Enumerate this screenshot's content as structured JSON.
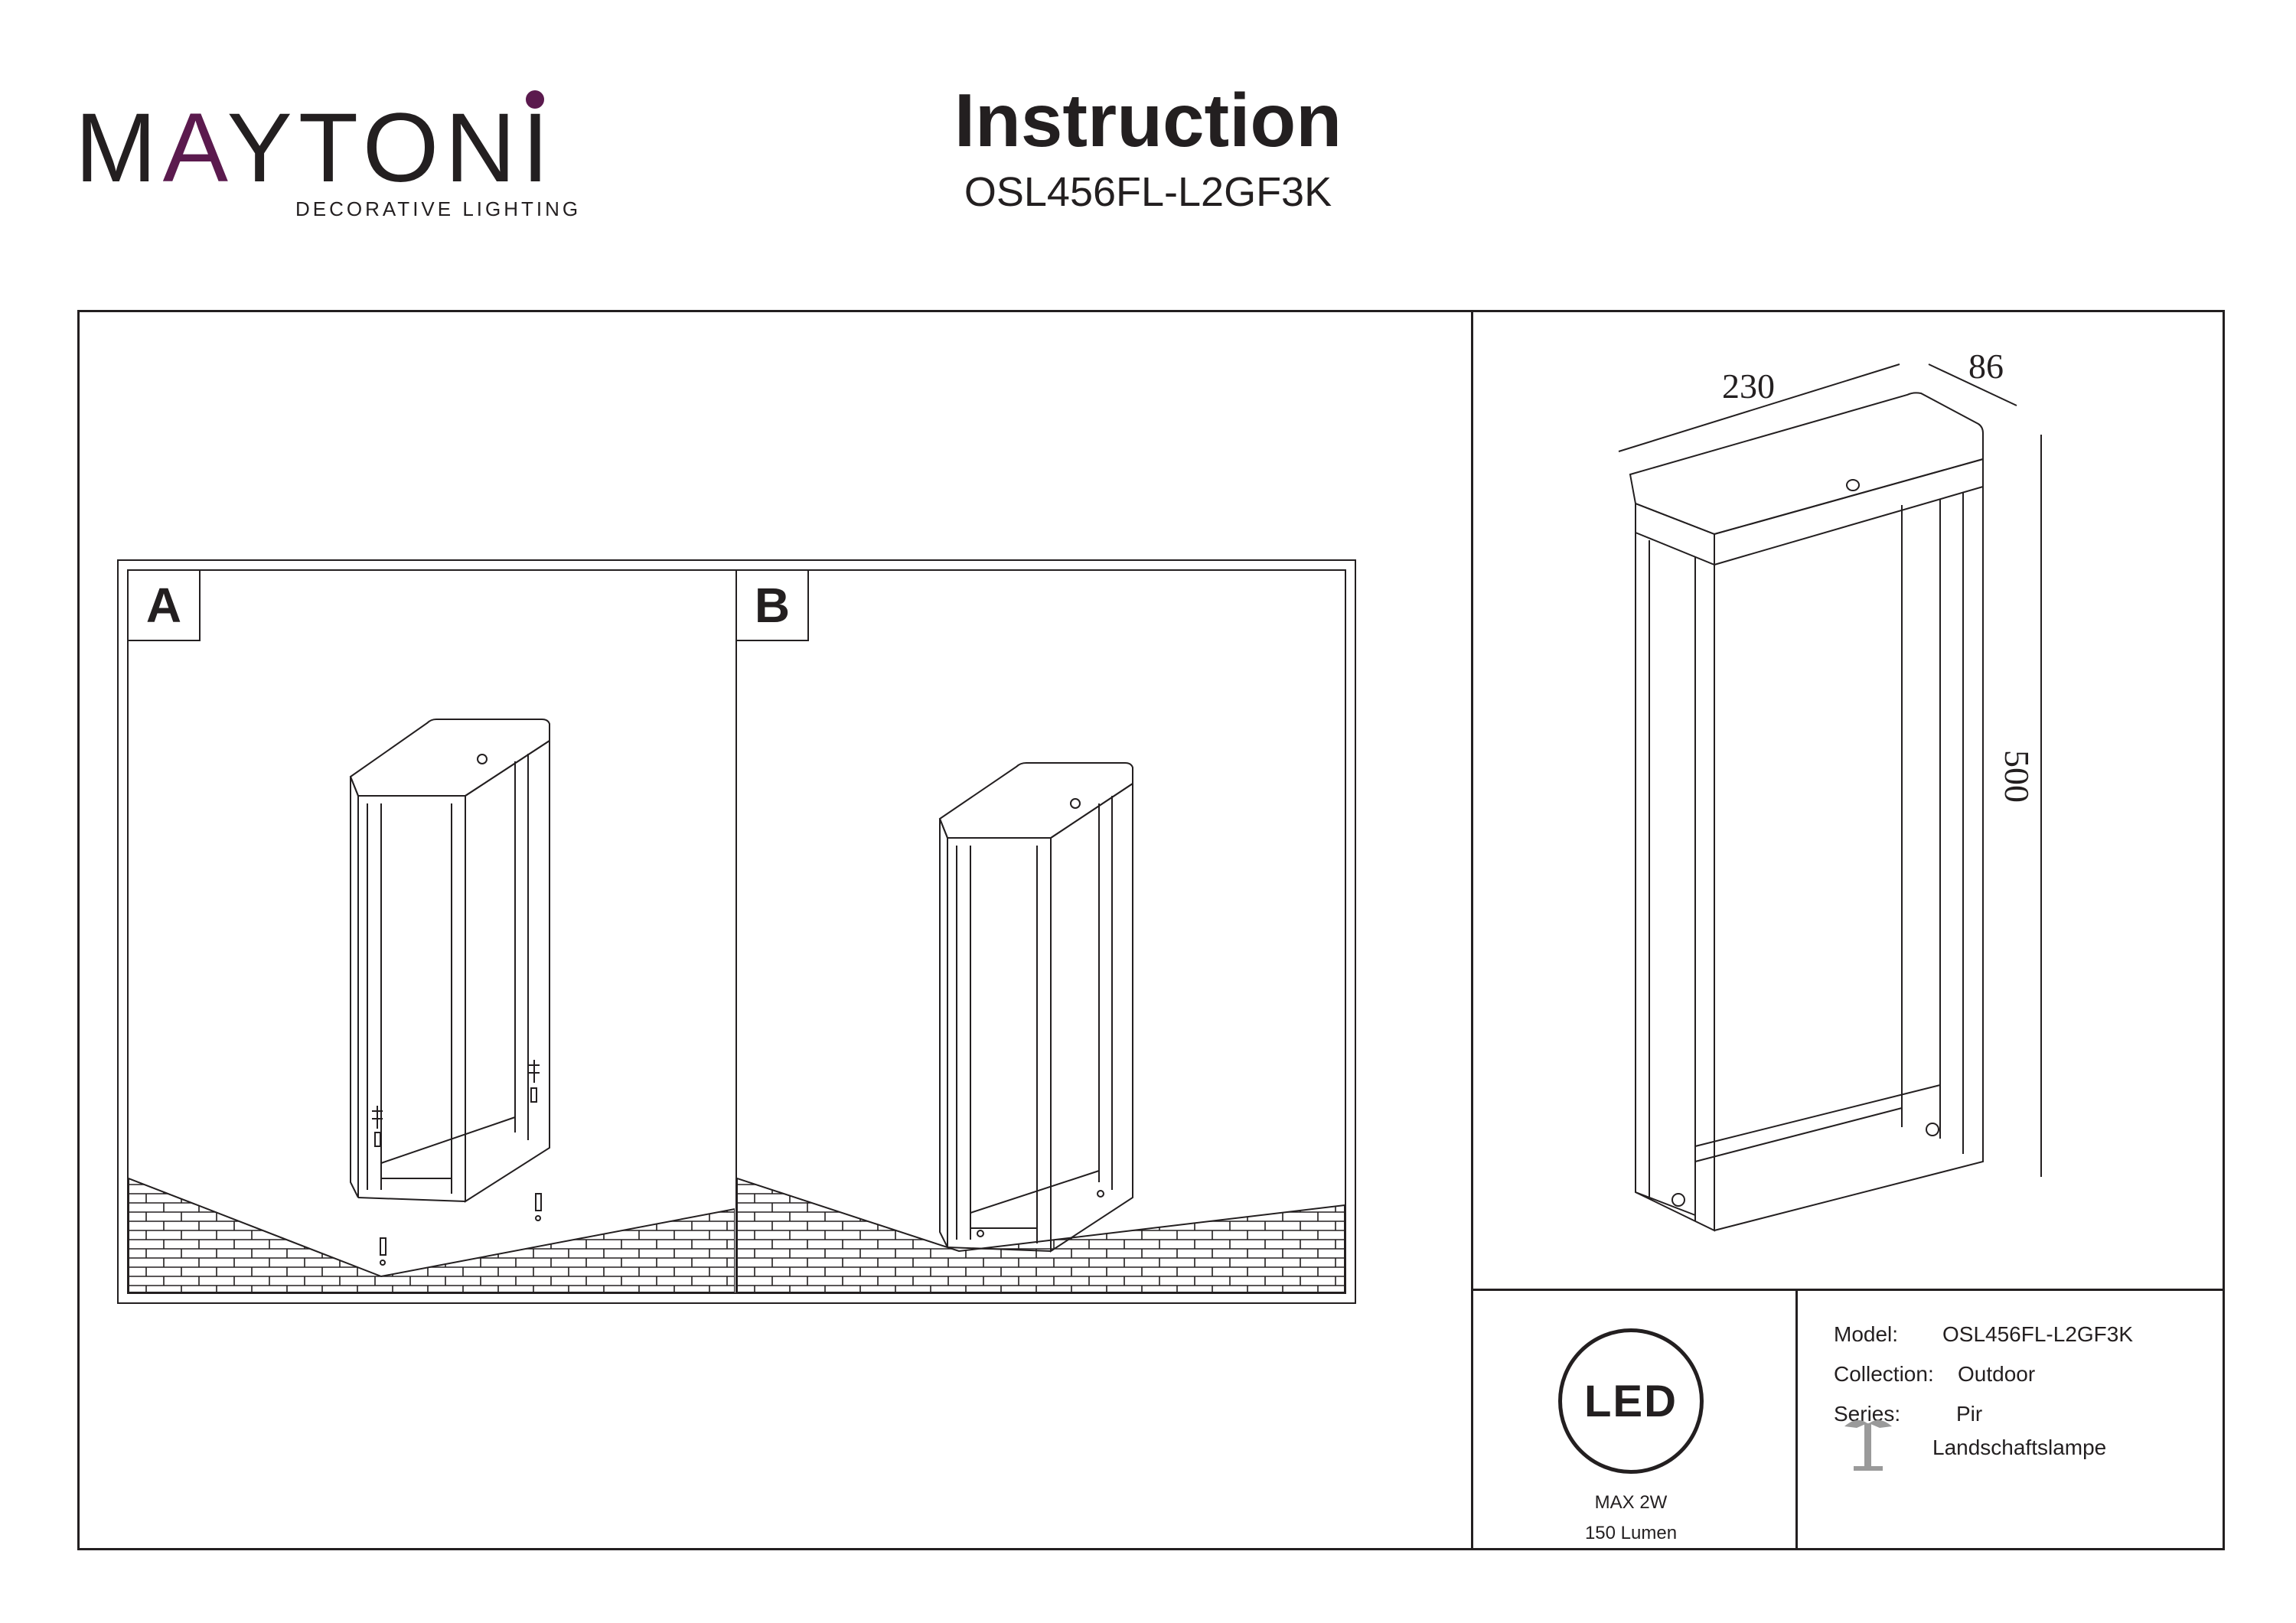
{
  "brand": {
    "name_prefix": "M",
    "name_accent": "A",
    "name_rest": "YTONI",
    "tagline": "DECORATIVE LIGHTING",
    "accent_color": "#5b1a4e"
  },
  "header": {
    "title": "Instruction",
    "model": "OSL456FL-L2GF3K"
  },
  "steps": [
    {
      "label": "A"
    },
    {
      "label": "B"
    }
  ],
  "dimensions": {
    "width": "230",
    "depth": "86",
    "height": "500"
  },
  "led": {
    "badge_text": "LED",
    "power": "MAX 2W",
    "flux": "150 Lumen"
  },
  "specs": {
    "model_label": "Model:",
    "model_value": "OSL456FL-L2GF3K",
    "collection_label": "Collection:",
    "collection_value": "Outdoor",
    "series_label": "Series:",
    "series_value": "Pir",
    "type_value": "Landschaftslampe",
    "type_icon": "landscape-lamp-icon"
  }
}
